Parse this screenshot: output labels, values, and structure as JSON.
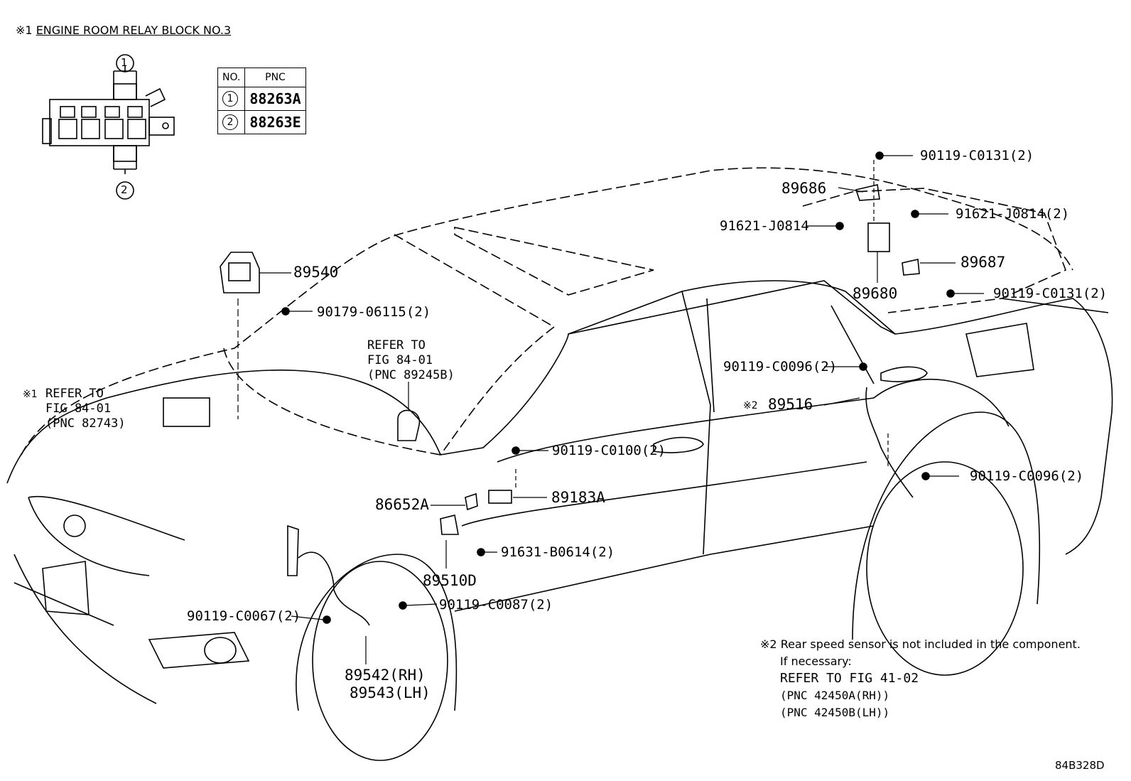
{
  "header": {
    "mark": "※1",
    "title": "ENGINE ROOM RELAY BLOCK NO.3"
  },
  "relay_table": {
    "col_no": "NO.",
    "col_pnc": "PNC",
    "rows": [
      {
        "no": "1",
        "pnc": "88263A"
      },
      {
        "no": "2",
        "pnc": "88263E"
      }
    ]
  },
  "callouts": {
    "c1": "1",
    "c2": "2"
  },
  "labels": {
    "p89540": "89540",
    "p90179": "90179-06115(2)",
    "refer1_mark": "※1",
    "refer1_l1": "REFER TO",
    "refer1_l2": "FIG 84-01",
    "refer1_l3": "(PNC 82743)",
    "refer2_l1": "REFER TO",
    "refer2_l2": "FIG 84-01",
    "refer2_l3": "(PNC 89245B)",
    "p90119_c0131_top": "90119-C0131(2)",
    "p89686": "89686",
    "p91621_left": "91621-J0814",
    "p91621_right": "91621-J0814(2)",
    "p89687": "89687",
    "p89680": "89680",
    "p90119_c0131_bot": "90119-C0131(2)",
    "p90119_c0096_top": "90119-C0096(2)",
    "p89516_mark": "※2",
    "p89516": "89516",
    "p90119_c0100": "90119-C0100(2)",
    "p90119_c0096_bot": "90119-C0096(2)",
    "p86652a": "86652A",
    "p89183a": "89183A",
    "p91631": "91631-B0614(2)",
    "p89510d": "89510D",
    "p90119_c0087": "90119-C0087(2)",
    "p90119_c0067": "90119-C0067(2)",
    "p89542": "89542(RH)",
    "p89543": "89543(LH)"
  },
  "note": {
    "mark": "※2",
    "line1": "Rear speed sensor is not included in the component.",
    "line2": "If necessary:",
    "line3": "REFER TO FIG 41-02",
    "line4": "(PNC 42450A(RH))",
    "line5": "(PNC 42450B(LH))"
  },
  "figure_code": "84B328D"
}
